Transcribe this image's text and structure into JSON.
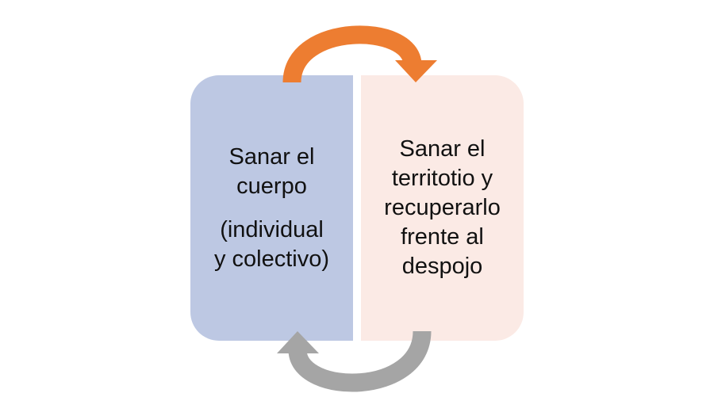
{
  "colors": {
    "left_box": "#bdc8e3",
    "right_box": "#fbeae5",
    "top_arrow": "#ed7d31",
    "bottom_arrow": "#a5a5a5"
  },
  "left_box": {
    "line1": "Sanar el",
    "line2": "cuerpo",
    "line3": "(individual",
    "line4": "y colectivo)"
  },
  "right_box": {
    "line1": "Sanar el",
    "line2": "territotio y",
    "line3": "recuperarlo",
    "line4": "frente al",
    "line5": "despojo"
  },
  "arrows": {
    "top": {
      "icon": "curved-arrow-right-icon",
      "from": "left_box",
      "to": "right_box"
    },
    "bottom": {
      "icon": "curved-arrow-left-icon",
      "from": "right_box",
      "to": "left_box"
    }
  }
}
